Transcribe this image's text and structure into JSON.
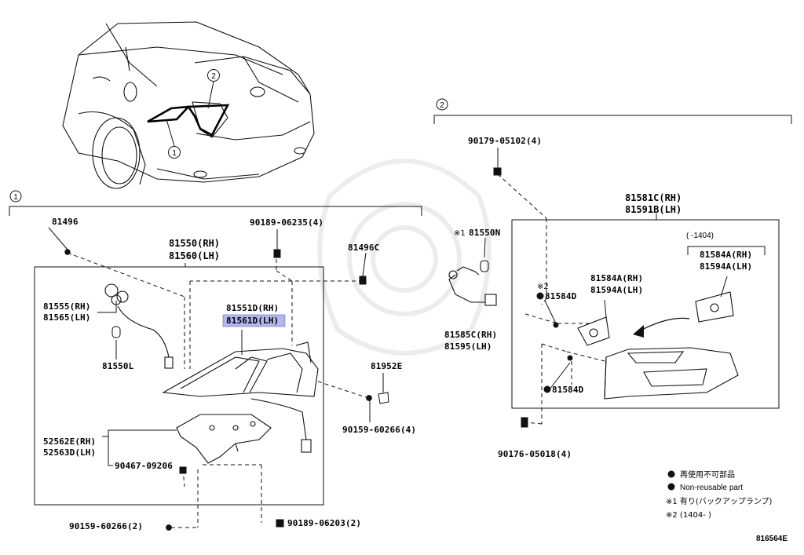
{
  "diagram_id": "816564E",
  "callouts": {
    "one": "1",
    "two": "2"
  },
  "parts": {
    "p81496": "81496",
    "p90189_06235": "90189-06235(4)",
    "p81550_rh": "81550(RH)",
    "p81560_lh": "81560(LH)",
    "p81496c": "81496C",
    "p81555_rh": "81555(RH)",
    "p81565_lh": "81565(LH)",
    "p81551d_rh": "81551D(RH)",
    "p81561d_lh": "81561D(LH)",
    "p81550l": "81550L",
    "p81952e": "81952E",
    "p90159_60266_4": "90159-60266(4)",
    "p52562e_rh": "52562E(RH)",
    "p52563d_lh": "52563D(LH)",
    "p90467_09206": "90467-09206",
    "p90159_60266_2": "90159-60266(2)",
    "p90189_06203_2": "90189-06203(2)",
    "p90179_05102_4": "90179-05102(4)",
    "p81581c_rh": "81581C(RH)",
    "p81591b_lh": "81591B(LH)",
    "p81550n_mark": "※1",
    "p81550n": "81550N",
    "p1404_range": "(     -1404)",
    "p81584a_rh_top": "81584A(RH)",
    "p81594a_lh_top": "81594A(LH)",
    "p_mark2": "※2",
    "p81584d_a": "81584D",
    "p81584a_rh": "81584A(RH)",
    "p81594a_lh": "81594A(LH)",
    "p81585c_rh": "81585C(RH)",
    "p81595_lh": "81595(LH)",
    "p81584d_b": "81584D",
    "p90176_05018_4": "90176-05018(4)"
  },
  "legend": {
    "nonreusable_jp": "再使用不可部品",
    "nonreusable_en": "Non-reusable part",
    "note1": "※1 有り(バックアップランプ)",
    "note2": "※2 (1404-      )"
  },
  "colors": {
    "highlight": "#b4b4ee",
    "line": "#111111"
  }
}
